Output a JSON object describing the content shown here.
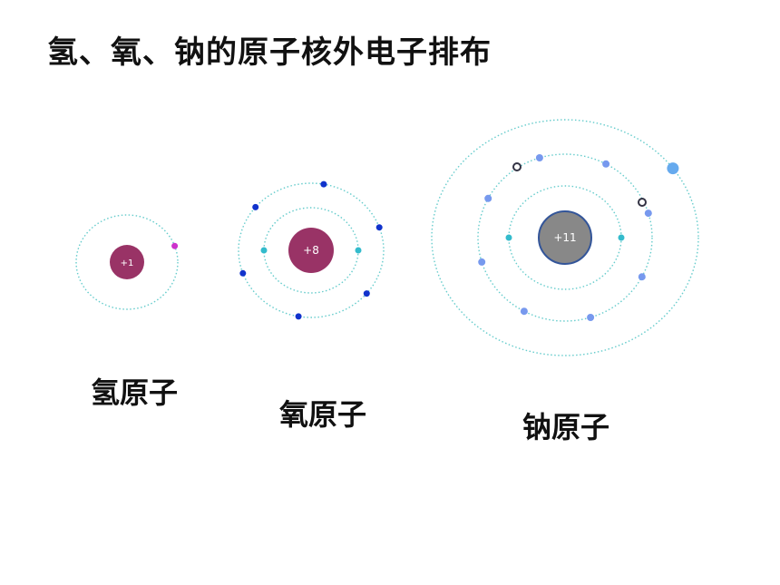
{
  "title": "氢、氧、钠的原子核外电子排布",
  "atoms": [
    {
      "name": "氢原子",
      "nucleus_charge": "+1",
      "nucleus_color": "#993366",
      "shells": [
        {
          "electrons": 1,
          "color": "#cc33cc"
        }
      ]
    },
    {
      "name": "氧原子",
      "nucleus_charge": "+8",
      "nucleus_color": "#993366",
      "shells": [
        {
          "electrons": 2,
          "color": "#33bbcc"
        },
        {
          "electrons": 6,
          "color": "#1133cc"
        }
      ]
    },
    {
      "name": "钠原子",
      "nucleus_charge": "+11",
      "nucleus_color": "#888888",
      "shells": [
        {
          "electrons": 2,
          "color": "#33bbcc"
        },
        {
          "electrons": 8,
          "color": "#7799ee"
        },
        {
          "electrons": 1,
          "color": "#66aaee"
        }
      ]
    }
  ],
  "colors": {
    "orbit": "#66cccc",
    "na_nucleus_stroke": "#335599"
  }
}
